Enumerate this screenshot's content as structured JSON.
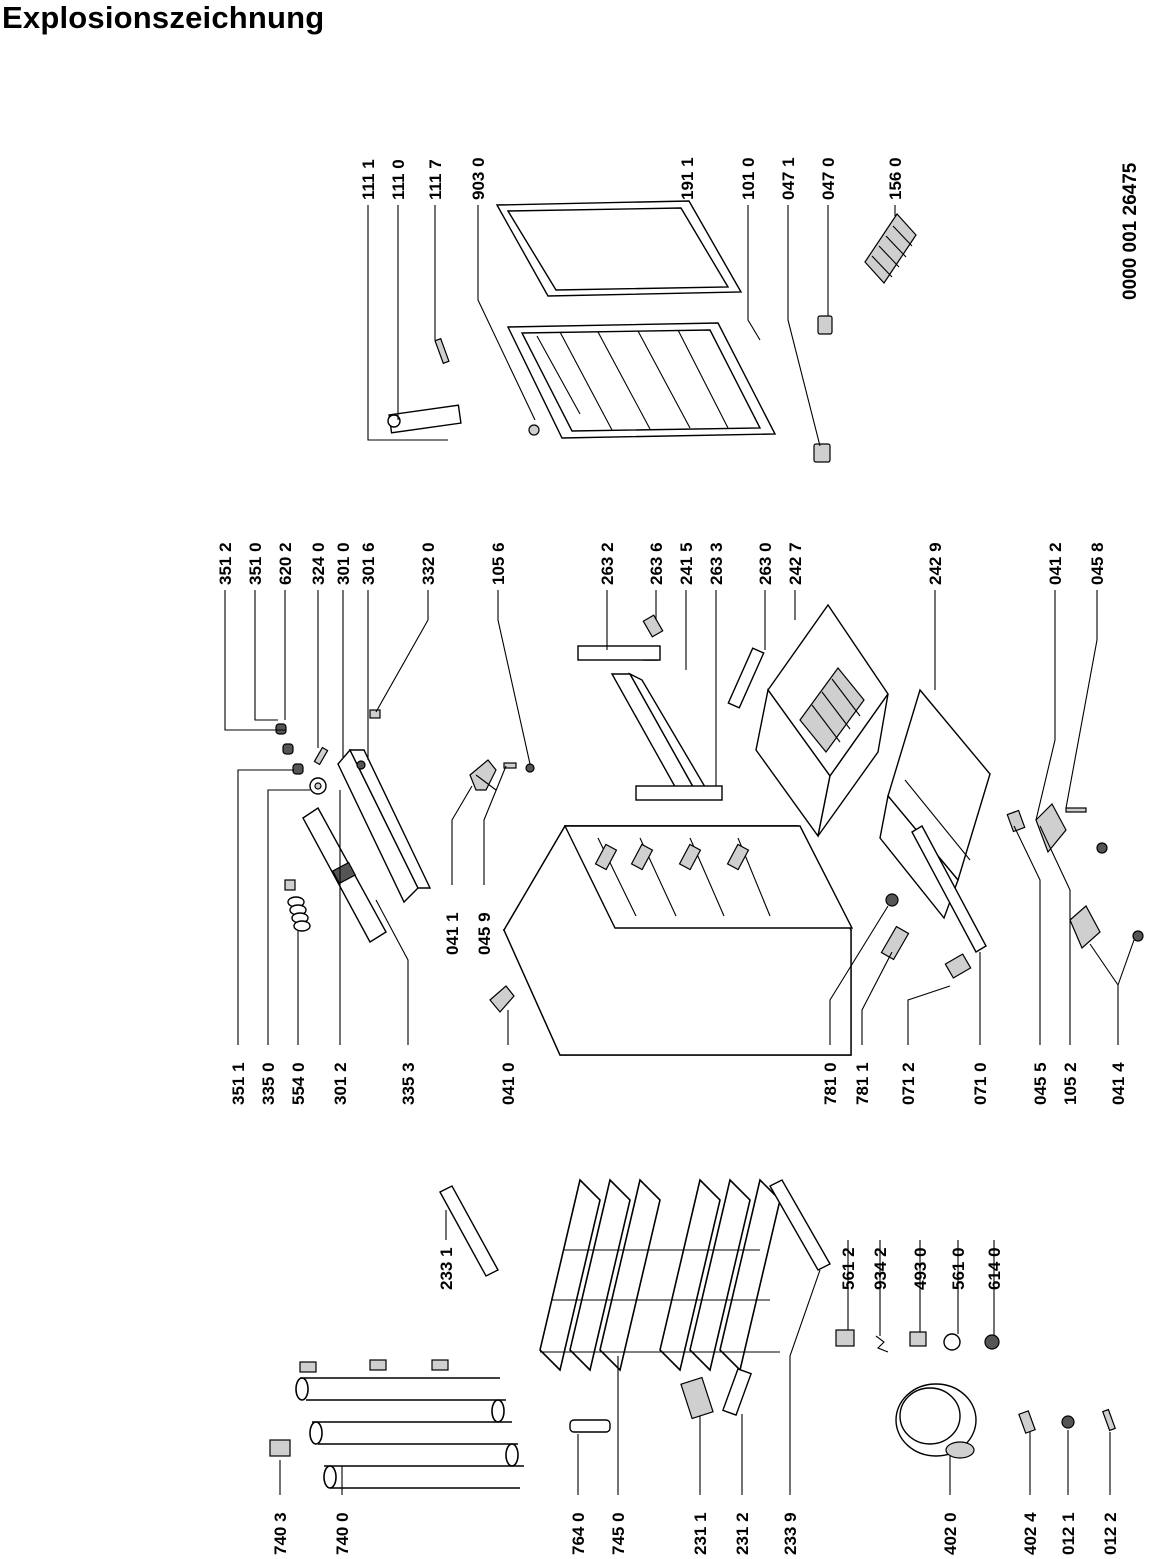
{
  "title": "Explosionszeichnung",
  "document_number": "0000 001 26475",
  "labels": {
    "p_111_1": "111 1",
    "p_111_0": "111 0",
    "p_111_7": "111 7",
    "p_903_0": "903 0",
    "p_191_1": "191 1",
    "p_101_0": "101 0",
    "p_047_1": "047 1",
    "p_047_0": "047 0",
    "p_156_0": "156 0",
    "p_351_2": "351 2",
    "p_351_0": "351 0",
    "p_620_2": "620 2",
    "p_324_0": "324 0",
    "p_301_0": "301 0",
    "p_301_6": "301 6",
    "p_332_0": "332 0",
    "p_105_6": "105 6",
    "p_263_2": "263 2",
    "p_263_6": "263 6",
    "p_241_5": "241 5",
    "p_263_3": "263 3",
    "p_263_0": "263 0",
    "p_242_7": "242 7",
    "p_242_9": "242 9",
    "p_041_2": "041 2",
    "p_045_8": "045 8",
    "p_351_1": "351 1",
    "p_335_0": "335 0",
    "p_554_0": "554 0",
    "p_301_2": "301 2",
    "p_335_3": "335 3",
    "p_041_0": "041 0",
    "p_041_1": "041 1",
    "p_045_9": "045 9",
    "p_781_0": "781 0",
    "p_781_1": "781 1",
    "p_071_2": "071 2",
    "p_071_0": "071 0",
    "p_045_5": "045 5",
    "p_105_2": "105 2",
    "p_041_4": "041 4",
    "p_233_1": "233 1",
    "p_561_2": "561 2",
    "p_934_2": "934 2",
    "p_493_0": "493 0",
    "p_561_0": "561 0",
    "p_614_0": "614 0",
    "p_740_3": "740 3",
    "p_740_0": "740 0",
    "p_764_0": "764 0",
    "p_745_0": "745 0",
    "p_231_1": "231 1",
    "p_231_2": "231 2",
    "p_233_9": "233 9",
    "p_402_0": "402 0",
    "p_402_4": "402 4",
    "p_012_1": "012 1",
    "p_012_2": "012 2"
  }
}
